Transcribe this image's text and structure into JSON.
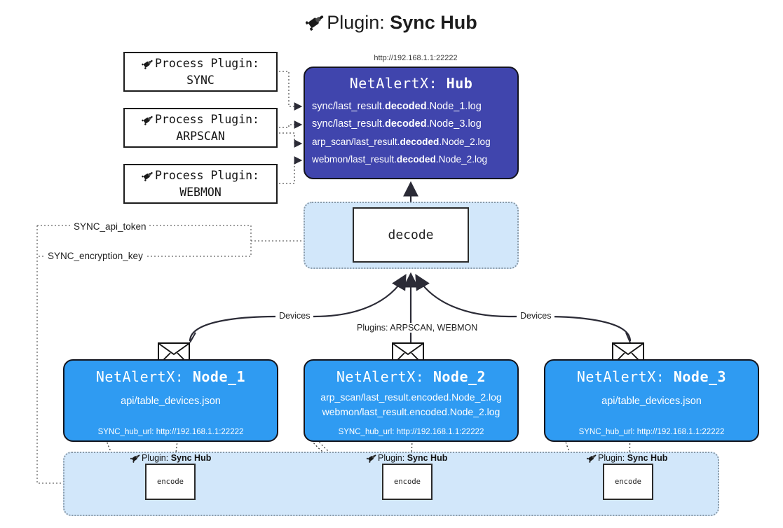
{
  "title": {
    "prefix": "Plugin: ",
    "name": "Sync Hub",
    "icon": "plug-icon"
  },
  "hub": {
    "url_label": "http://192.168.1.1:22222",
    "title_prefix": "NetAlertX: ",
    "title_name": "Hub",
    "entries": [
      {
        "pre": "sync/last_result.",
        "bold": "decoded",
        "post": ".Node_1.log"
      },
      {
        "pre": "sync/last_result.",
        "bold": "decoded",
        "post": ".Node_3.log"
      },
      {
        "pre": "arp_scan/last_result.",
        "bold": "decoded",
        "post": ".Node_2.log"
      },
      {
        "pre": "webmon/last_result.",
        "bold": "decoded",
        "post": ".Node_2.log"
      }
    ]
  },
  "process_plugins": [
    {
      "line1": "Process Plugin:",
      "line2": "SYNC",
      "icon": "plug-icon"
    },
    {
      "line1": "Process Plugin:",
      "line2": "ARPSCAN",
      "icon": "plug-icon"
    },
    {
      "line1": "Process Plugin:",
      "line2": "WEBMON",
      "icon": "plug-icon"
    }
  ],
  "decode": {
    "label": "decode"
  },
  "keys": {
    "api_token": "SYNC_api_token",
    "encryption_key": "SYNC_encryption_key"
  },
  "edge_labels": {
    "devices_left": "Devices",
    "devices_right": "Devices",
    "plugins_center": "Plugins: ARPSCAN, WEBMON"
  },
  "nodes": [
    {
      "title_prefix": "NetAlertX: ",
      "title_name": "Node_1",
      "lines": [
        "api/table_devices.json"
      ],
      "footer": "SYNC_hub_url: http://192.168.1.1:22222",
      "icon": "envelope-icon"
    },
    {
      "title_prefix": "NetAlertX: ",
      "title_name": "Node_2",
      "lines": [
        "arp_scan/last_result.encoded.Node_2.log",
        "webmon/last_result.encoded.Node_2.log"
      ],
      "footer": "SYNC_hub_url: http://192.168.1.1:22222",
      "icon": "envelope-icon"
    },
    {
      "title_prefix": "NetAlertX: ",
      "title_name": "Node_3",
      "lines": [
        "api/table_devices.json"
      ],
      "footer": "SYNC_hub_url: http://192.168.1.1:22222",
      "icon": "envelope-icon"
    }
  ],
  "encoders": [
    {
      "label_prefix": "Plugin: ",
      "label_name": "Sync Hub",
      "box": "encode",
      "icon": "plug-icon"
    },
    {
      "label_prefix": "Plugin: ",
      "label_name": "Sync Hub",
      "box": "encode",
      "icon": "plug-icon"
    },
    {
      "label_prefix": "Plugin: ",
      "label_name": "Sync Hub",
      "box": "encode",
      "icon": "plug-icon"
    }
  ],
  "colors": {
    "hub_fill": "#4045ad",
    "node_fill": "#2f9bf2",
    "group_fill": "#d2e7fa",
    "group_border": "#8a9aa8",
    "stroke": "#14141c",
    "text_dark": "#1f1f1f"
  }
}
